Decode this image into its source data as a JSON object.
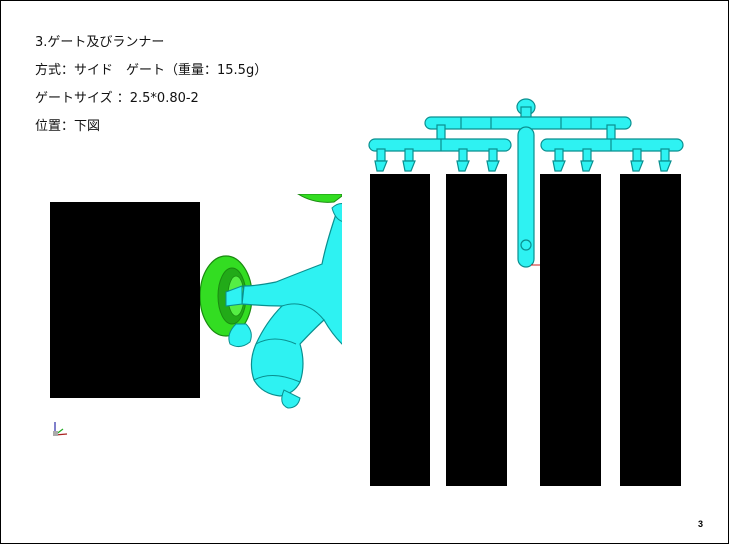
{
  "slide": {
    "heading": "3.ゲート及びランナー",
    "method_line": "方式：サイド　ゲート（重量：15.5g）",
    "size_line": "ゲートサイズ ：2.5*0.80-2",
    "position_line": "位置：下図",
    "page_number": "3"
  },
  "colors": {
    "runner": "#2ef2f2",
    "runner_outline": "#0a8f8f",
    "part": "#33dd22",
    "part_outline": "#1a8a10",
    "redaction": "#000000"
  },
  "icons": [
    "axis-triad-icon"
  ]
}
